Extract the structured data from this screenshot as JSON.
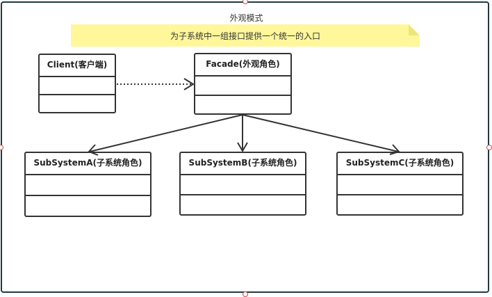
{
  "diagram": {
    "title": "外观模式",
    "note": "为子系统中一组接口提供一个统一的入口",
    "classes": {
      "client": {
        "name": "Client(客户端)"
      },
      "facade": {
        "name": "Facade(外观角色)"
      },
      "subsystem_a": {
        "name": "SubSystemA(子系统角色)"
      },
      "subsystem_b": {
        "name": "SubSystemB(子系统角色)"
      },
      "subsystem_c": {
        "name": "SubSystemC(子系统角色)"
      }
    },
    "colors": {
      "note_fill": "#fff79a",
      "frame_border": "#1e3a3f",
      "line": "#333333"
    }
  }
}
